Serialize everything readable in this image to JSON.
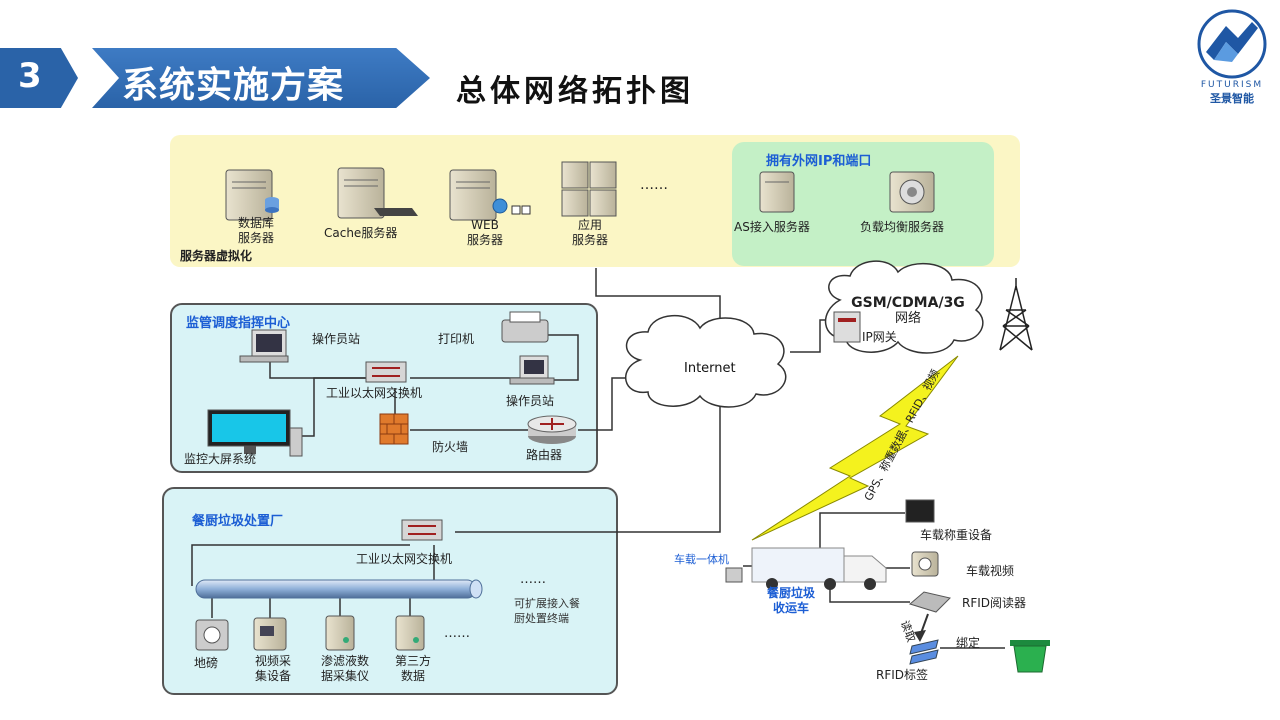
{
  "header": {
    "section_number": "3",
    "section_title": "系统实施方案",
    "subtitle": "总体网络拓扑图"
  },
  "logo": {
    "english": "FUTURISM",
    "chinese": "圣景智能",
    "color": "#1f57a4"
  },
  "colors": {
    "accent": "#2a63a8",
    "server_zone": "#fbf6c5",
    "external_zone": "#c4f0c6",
    "center_zone": "#d9f3f6",
    "zone_title": "#1c5ed4"
  },
  "server_zone": {
    "footer": "服务器虚拟化",
    "ellipsis": "……",
    "servers": [
      {
        "label_1": "数据库",
        "label_2": "服务器",
        "icon": "database-server-icon"
      },
      {
        "label_1": "Cache服务器",
        "icon": "cache-server-icon"
      },
      {
        "label_1": "WEB",
        "label_2": "服务器",
        "icon": "web-server-icon"
      },
      {
        "label_1": "应用",
        "label_2": "服务器",
        "icon": "app-server-icon"
      }
    ],
    "external": {
      "title": "拥有外网IP和端口",
      "items": [
        {
          "label": "AS接入服务器",
          "icon": "as-server-icon"
        },
        {
          "label": "负载均衡服务器",
          "icon": "load-balancer-icon"
        }
      ]
    }
  },
  "monitor_center": {
    "title": "监管调度指挥中心",
    "workstation_1": "操作员站",
    "printer": "打印机",
    "switch": "工业以太网交换机",
    "workstation_2": "操作员站",
    "big_screen": "监控大屏系统",
    "firewall": "防火墙",
    "router": "路由器"
  },
  "network": {
    "internet": "Internet",
    "gsm_line_1": "GSM/CDMA/3G",
    "gsm_line_2": "网络",
    "ip_gateway": "IP网关",
    "wireless_data": "GPS、称重数据、RFID、视频"
  },
  "kitchen_plant": {
    "title": "餐厨垃圾处置厂",
    "switch": "工业以太网交换机",
    "extension_dots": "……",
    "extension_note_1": "可扩展接入餐",
    "extension_note_2": "厨处置终端",
    "bottom_dots": "……",
    "devices": [
      {
        "label_1": "地磅",
        "icon": "scale-icon"
      },
      {
        "label_1": "视频采",
        "label_2": "集设备",
        "icon": "video-capture-icon"
      },
      {
        "label_1": "渗滤液数",
        "label_2": "据采集仪",
        "icon": "leachate-collector-icon"
      },
      {
        "label_1": "第三方",
        "label_2": "数据",
        "icon": "third-party-data-icon"
      }
    ]
  },
  "vehicle": {
    "onboard_unit": "车载一体机",
    "truck_1": "餐厨垃圾",
    "truck_2": "收运车",
    "weighing": "车载称重设备",
    "video": "车载视频",
    "rfid_reader": "RFID阅读器",
    "read_label": "读取",
    "rfid_tag": "RFID标签",
    "bind": "绑定"
  }
}
